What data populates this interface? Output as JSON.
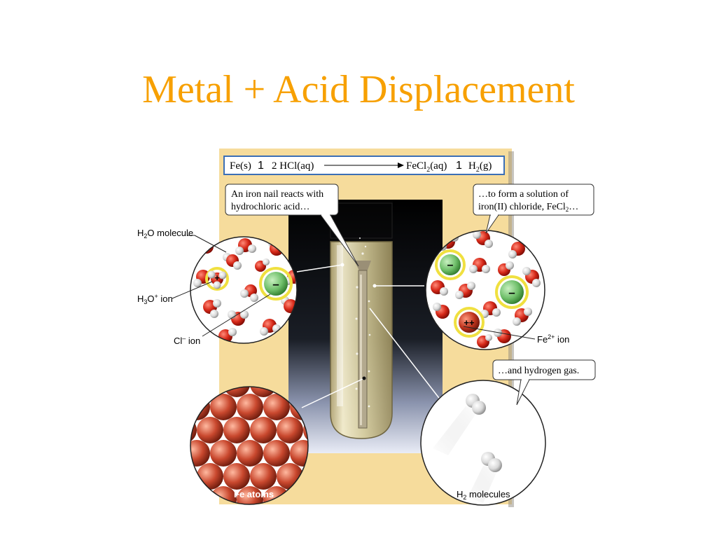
{
  "slide": {
    "title": "Metal + Acid Displacement"
  },
  "equation": {
    "reactant1": "Fe(s)",
    "op1": "1",
    "reactant2": "2 HCl(aq)",
    "product1_main": "FeCl",
    "product1_sub": "2",
    "product1_state": "(aq)",
    "op2": "1",
    "product2_main": "H",
    "product2_sub": "2",
    "product2_state": "(g)"
  },
  "callouts": {
    "nail_line1": "An iron nail reacts with",
    "nail_line2": "hydrochloric acid…",
    "solution_line1": "…to form a solution of",
    "solution_line2_main": "iron(II) chloride, FeCl",
    "solution_line2_sub": "2",
    "solution_line2_end": "…",
    "hydrogen": "…and hydrogen gas."
  },
  "labels": {
    "h2o_main": "H",
    "h2o_sub": "2",
    "h2o_end": "O molecule",
    "h3o_main": "H",
    "h3o_sub": "3",
    "h3o_mid": "O",
    "h3o_sup": "+",
    "h3o_end": " ion",
    "cl_main": "Cl",
    "cl_sup": "–",
    "cl_end": " ion",
    "fe_main": "Fe",
    "fe_sup": "2+",
    "fe_end": " ion",
    "fe_atoms": "Fe atoms",
    "h2_main": "H",
    "h2_sub": "2",
    "h2_end": " molecules"
  },
  "ion_signs": {
    "minus": "–",
    "plus": "+",
    "double_plus": "++"
  },
  "colors": {
    "title": "#f7a000",
    "panel": "#f6dc9c",
    "equation_border": "#3b6fb6",
    "oxygen": "#d62818",
    "hydrogen": "#e8e8e8",
    "chloride": "#6fbf6a",
    "iron": "#c9482e"
  }
}
